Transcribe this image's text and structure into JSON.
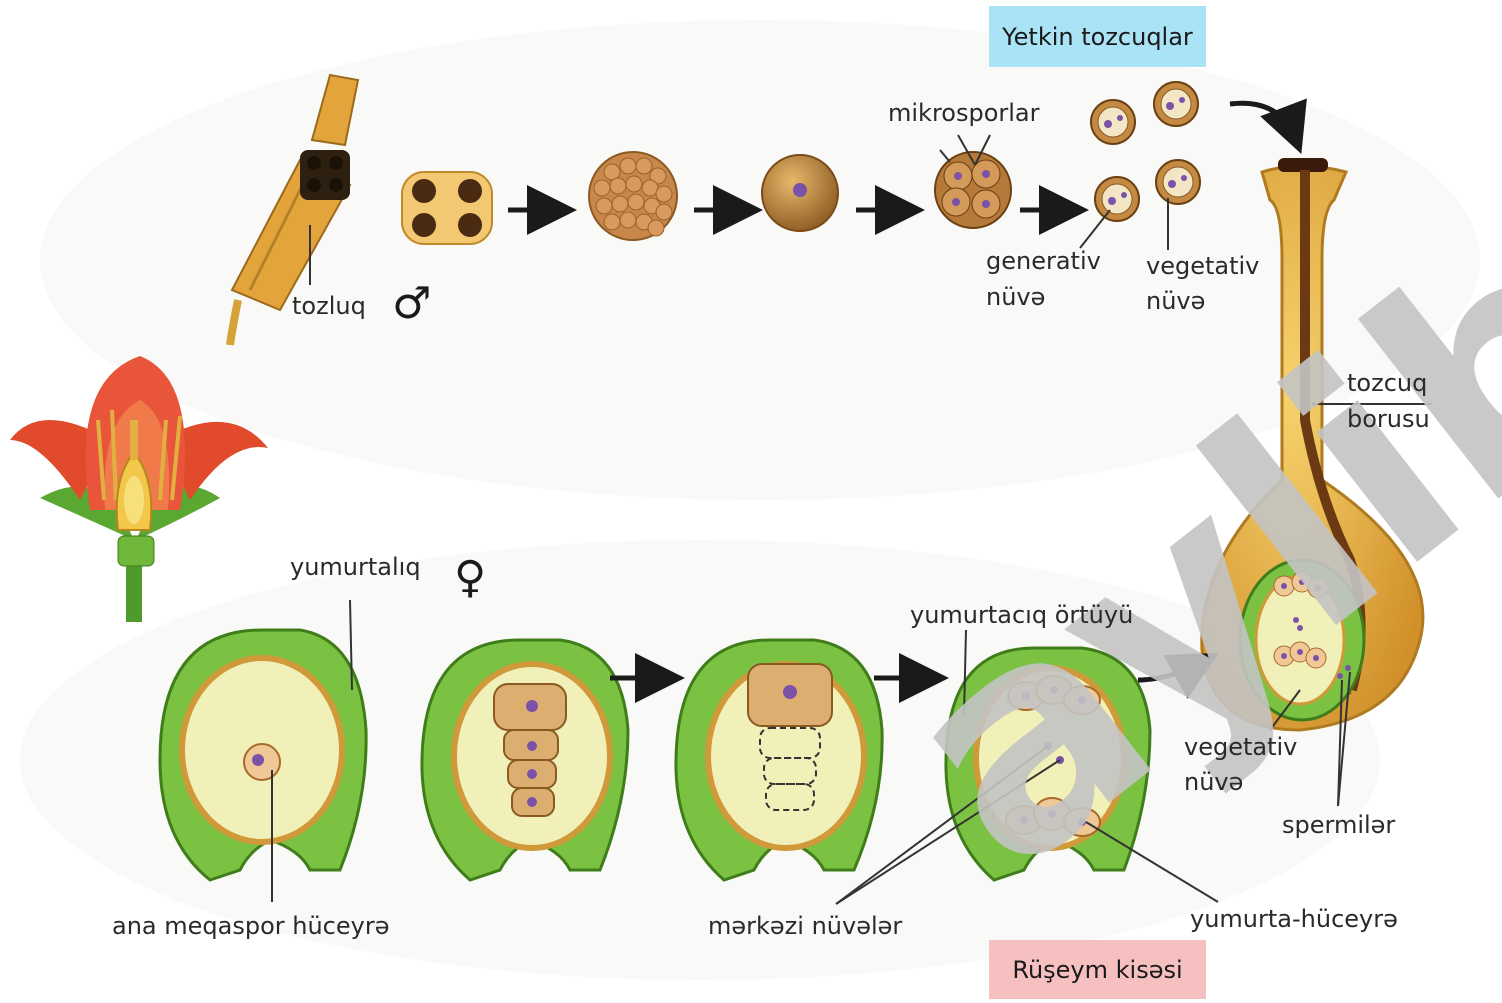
{
  "labels": {
    "mature_pollen": "Yetkin tozcuqlar",
    "microspores": "mikrosporlar",
    "generative_nucleus_line1": "generativ",
    "generative_nucleus_line2": "nüvə",
    "vegetative_nucleus_top_line1": "vegetativ",
    "vegetative_nucleus_top_line2": "nüvə",
    "anther": "tozluq",
    "pollen_tube_line1": "tozcuq",
    "pollen_tube_line2": "borusu",
    "ovary": "yumurtalıq",
    "integument": "yumurtacıq örtüyü",
    "vegetative_nucleus_bottom_line1": "vegetativ",
    "vegetative_nucleus_bottom_line2": "nüvə",
    "sperms": "spermilər",
    "megaspore_mother_cell": "ana meqaspor hüceyrə",
    "central_nuclei": "mərkəzi nüvələr",
    "egg_cell": "yumurta-hüceyrə",
    "embryo_sac": "Rüşeym kisəsi",
    "male_symbol": "♂",
    "female_symbol": "♀",
    "watermark": "aylib"
  },
  "colors": {
    "anther_gold": "#e0a232",
    "pollen_brown": "#b8782e",
    "ovule_green": "#7cc242",
    "ovule_inner": "#f1f0b8",
    "nucleus_purple": "#7b52a8",
    "cyan_box": "#a9e3f5",
    "pink_box": "#f6c0c0",
    "arrow": "#1a1a1a",
    "watermark": "#c8c8c8"
  }
}
